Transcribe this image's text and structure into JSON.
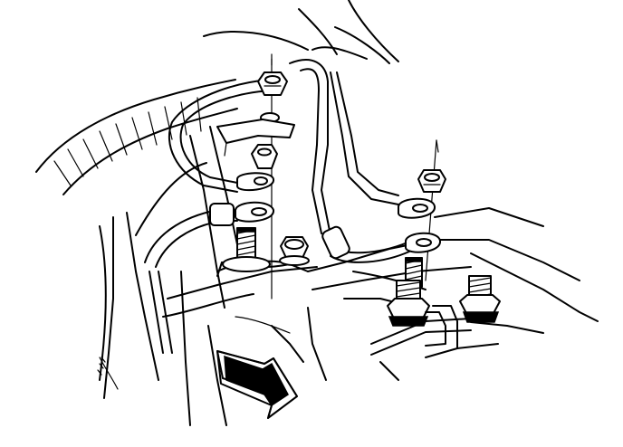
{
  "figure": {
    "kind": "line-art service diagram",
    "colors": {
      "ink": "#000000",
      "paper": "#ffffff"
    },
    "parts": [
      "upper-nut",
      "bracket-clip",
      "middle-nut",
      "ring-terminal-upper",
      "ring-terminal-lower",
      "right-nut",
      "right-ring-terminal-upper",
      "right-ring-terminal-lower",
      "threaded-stud-left",
      "threaded-stud-right",
      "hex-bolt",
      "battery-post-left",
      "battery-post-right",
      "wire-harness",
      "direction-arrow"
    ]
  }
}
